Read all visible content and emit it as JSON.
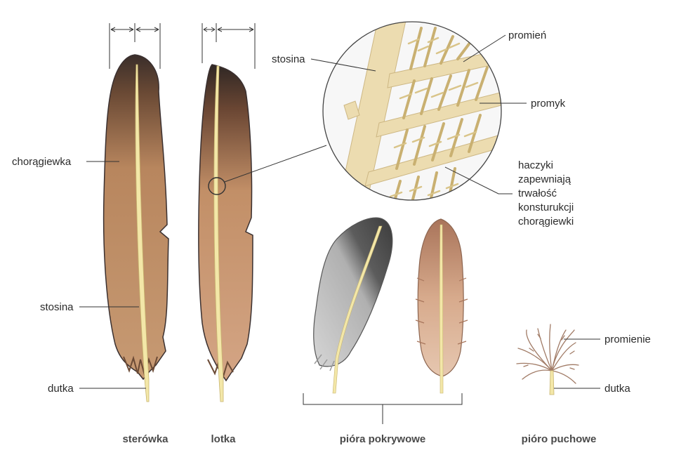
{
  "labels": {
    "vane": "chorągiewka",
    "shaft_left": "stosina",
    "calamus_left": "dutka",
    "shaft_zoom": "stosina",
    "barb": "promień",
    "barbule": "promyk",
    "hooks": [
      "haczyki",
      "zapewniają",
      "trwałość",
      "konsturukcji",
      "chorągiewki"
    ],
    "down_barbs": "promienie",
    "down_calamus": "dutka"
  },
  "captions": {
    "tail_feather": "sterówka",
    "flight_feather": "lotka",
    "contour_feathers": "pióra pokrywowe",
    "down_feather": "pióro puchowe"
  },
  "colors": {
    "vane_brown": "#b8865e",
    "vane_dark": "#3a2e2a",
    "shaft": "#f3e7a8",
    "zoom_tan": "#ecdcb0",
    "grey_feather": "#b9b9b9",
    "pink_feather": "#d7aa8c"
  }
}
